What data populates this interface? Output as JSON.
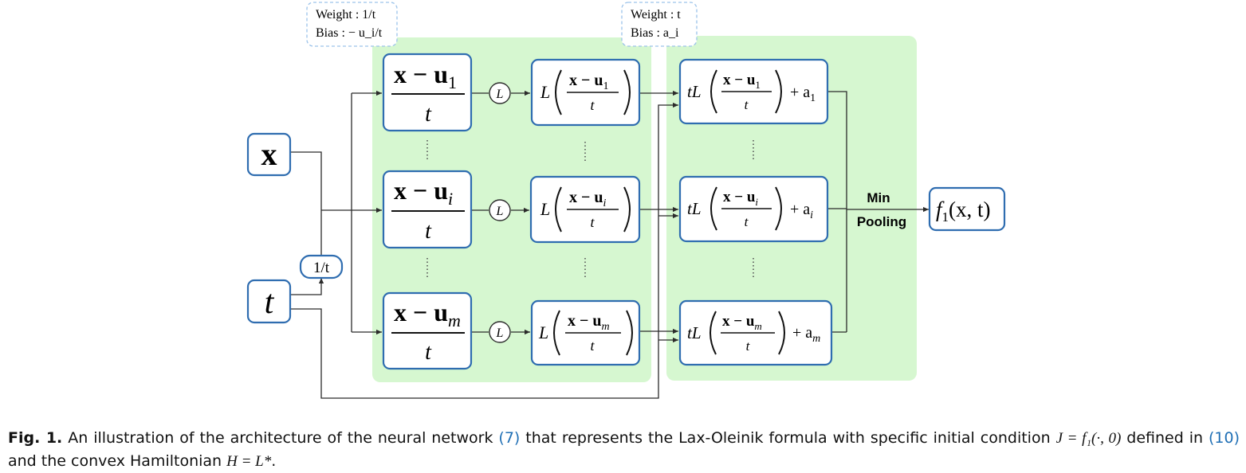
{
  "annotations": {
    "weight_left": "Weight : 1/t",
    "bias_left": "Bias : − u_i/t",
    "weight_right": "Weight : t",
    "bias_right": "Bias : a_i"
  },
  "inputs": {
    "x": "x",
    "t": "t",
    "inv_t": "1/t"
  },
  "layer1": [
    {
      "num": "x − u",
      "sub": "1",
      "den": "t"
    },
    {
      "num": "x − u",
      "sub": "i",
      "den": "t"
    },
    {
      "num": "x − u",
      "sub": "m",
      "den": "t"
    }
  ],
  "activation": "L",
  "layer2": [
    {
      "func": "L",
      "num": "x − u",
      "sub": "1",
      "den": "t"
    },
    {
      "func": "L",
      "num": "x − u",
      "sub": "i",
      "den": "t"
    },
    {
      "func": "L",
      "num": "x − u",
      "sub": "m",
      "den": "t"
    }
  ],
  "layer3": [
    {
      "prefix": "tL",
      "num": "x − u",
      "sub": "1",
      "den": "t",
      "suffix": "+ a",
      "suffix_sub": "1"
    },
    {
      "prefix": "tL",
      "num": "x − u",
      "sub": "i",
      "den": "t",
      "suffix": "+ a",
      "suffix_sub": "i"
    },
    {
      "prefix": "tL",
      "num": "x − u",
      "sub": "m",
      "den": "t",
      "suffix": "+ a",
      "suffix_sub": "m"
    }
  ],
  "pooling": {
    "line1": "Min",
    "line2": "Pooling"
  },
  "output": {
    "f": "f",
    "sub": "1",
    "args": "(x, t)"
  },
  "caption": {
    "label": "Fig. 1.",
    "text_1": "An illustration of the architecture of the neural network",
    "ref_1": "(7)",
    "text_2": "that represents the Lax-Oleinik formula with specific initial condition",
    "math_1": "J = f₁(·, 0)",
    "text_3": "defined in",
    "ref_2": "(10)",
    "text_4": "and the convex Hamiltonian",
    "math_2": "H = L*",
    "text_5": "."
  }
}
